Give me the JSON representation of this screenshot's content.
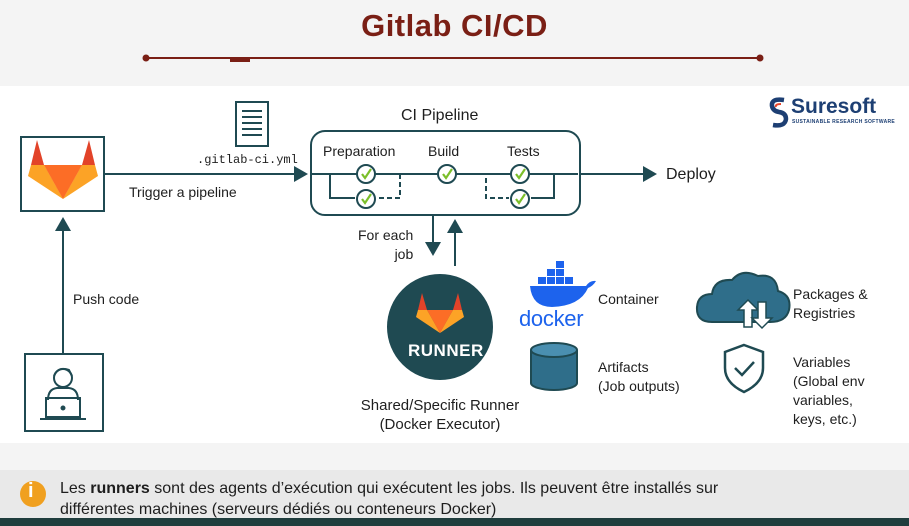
{
  "slide": {
    "title": "Gitlab CI/CD"
  },
  "brand": {
    "name": "Suresoft",
    "tagline": "SUSTAINABLE RESEARCH SOFTWARE"
  },
  "diagram": {
    "pipeline_title": "CI Pipeline",
    "stages": [
      "Preparation",
      "Build",
      "Tests"
    ],
    "file_label": ".gitlab-ci.yml",
    "trigger_label": "Trigger a pipeline",
    "push_label": "Push code",
    "deploy_label": "Deploy",
    "for_each_job": [
      "For each",
      "job"
    ],
    "runner_badge": "RUNNER",
    "runner_caption": [
      "Shared/Specific Runner",
      "(Docker Executor)"
    ],
    "docker_word": "docker",
    "container_label": "Container",
    "artifacts_label": [
      "Artifacts",
      "(Job outputs)"
    ],
    "packages_label": [
      "Packages &",
      "Registries"
    ],
    "variables_label": [
      "Variables",
      "(Global env",
      "variables,",
      "keys, etc.)"
    ]
  },
  "info": {
    "text_before": "Les ",
    "text_bold": "runners",
    "text_line1_after": " sont des agents d’exécution qui exécutent les jobs. Ils peuvent être installés sur",
    "text_line2": "différentes machines (serveurs dédiés ou conteneurs Docker)",
    "icon_glyph": "i"
  },
  "colors": {
    "title": "#7a1f15",
    "rule": "#7a1f15",
    "teal": "#1f4a52",
    "docker": "#1d63ed",
    "check": "#7bbf2a",
    "orange_dark": "#e24329",
    "orange_mid": "#fc6d26",
    "orange_light": "#fca326",
    "info_bar": "#e9e9e9",
    "info_icon": "#f0a020"
  }
}
